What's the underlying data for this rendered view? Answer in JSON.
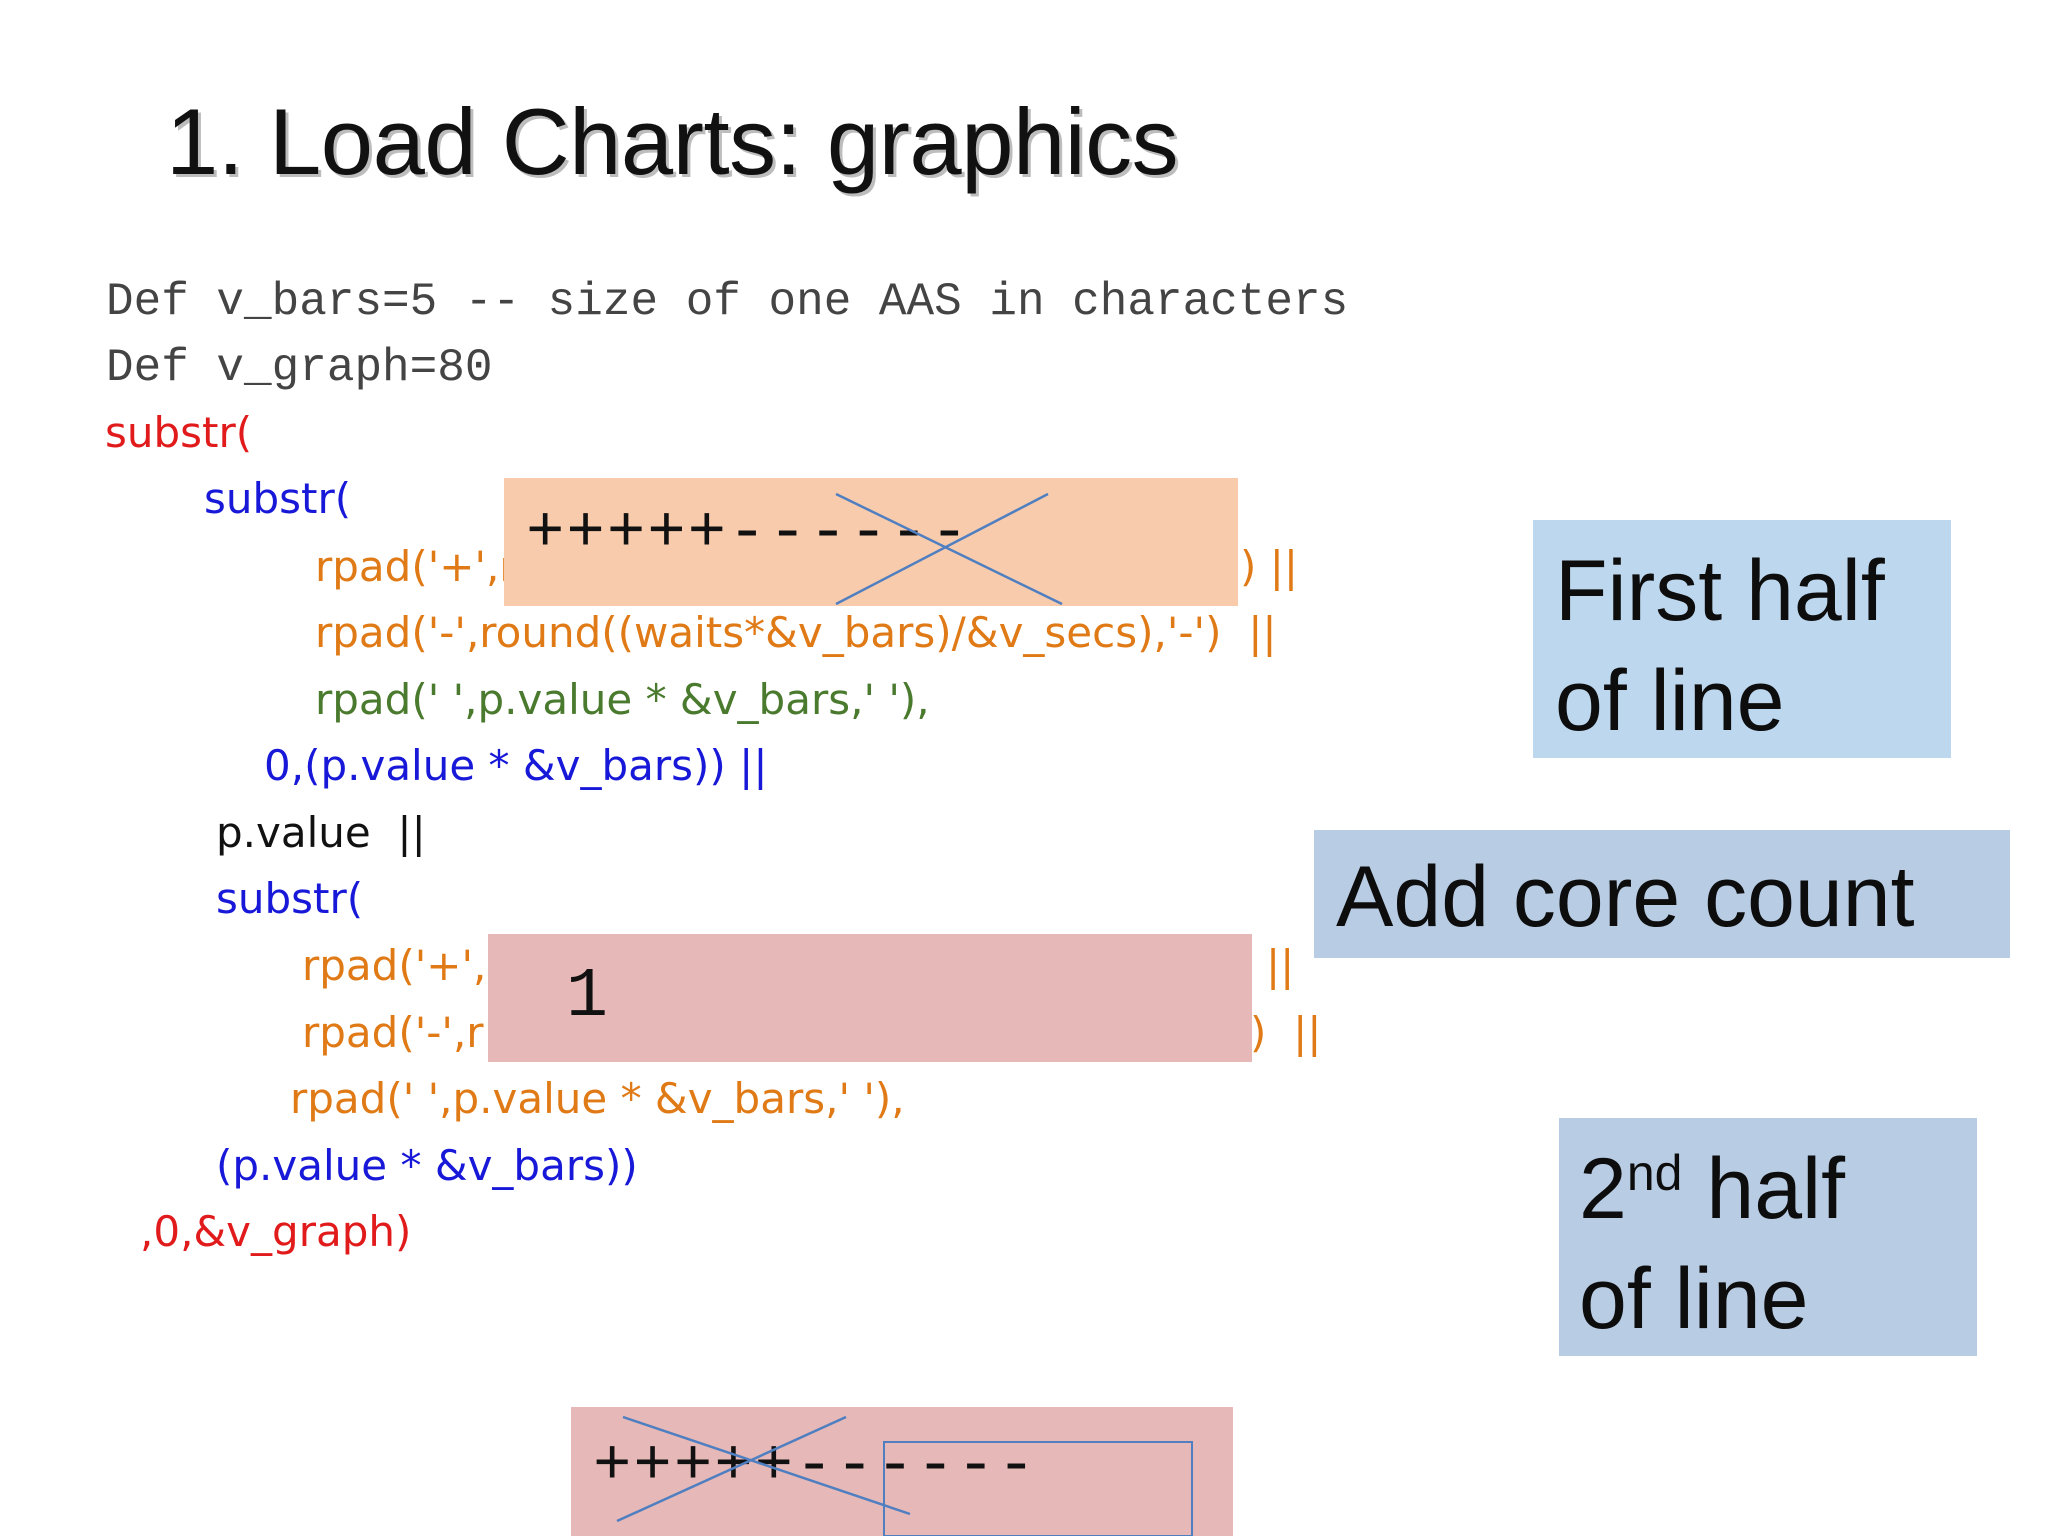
{
  "title": "1. Load Charts: graphics",
  "defs": [
    "Def v_bars=5 -- size of one AAS in characters",
    "Def v_graph=80"
  ],
  "code": {
    "outer_substr": "substr(",
    "inner_substr_1": "substr(",
    "line1_visible_left": "rpad('+',r",
    "line1_visible_right": ") ||",
    "line2": "rpad('-',round((waits*&v_bars)/&v_secs),'-')  ||",
    "line3": "rpad(' ',p.value * &v_bars,' '),",
    "line4": "0,(p.value * &v_bars)) ||",
    "line5": "p.value  ||",
    "inner_substr_2": "substr(",
    "line6_visible_left": "rpad('+',r",
    "line6_visible_right": "||",
    "line7_visible_left": "rpad('-',r",
    "line7_visible_right": ")  ||",
    "line8": "rpad(' ',p.value * &v_bars,' '),",
    "line9": "(p.value * &v_bars))",
    "line10": ",0,&v_graph)"
  },
  "overlays": {
    "top_bar_string": "+++++------",
    "core_count": "1",
    "bottom_bar_string": "+++++------"
  },
  "callouts": {
    "first_half_line1": "First half",
    "first_half_line2": "of line",
    "add_core_count": "Add core count",
    "second_half_num": "2",
    "second_half_sup": "nd",
    "second_half_rest": " half",
    "second_half_line2": "of line"
  },
  "colors": {
    "red": "#e11b1b",
    "blue": "#1818d8",
    "orange": "#e07a16",
    "green": "#4a7a2e",
    "peach": "#f8cbad",
    "pink": "#e6b9b8",
    "light_blue": "#bdd7ee",
    "steel_blue": "#b8cce4",
    "cross_line": "#4f7fc0"
  }
}
